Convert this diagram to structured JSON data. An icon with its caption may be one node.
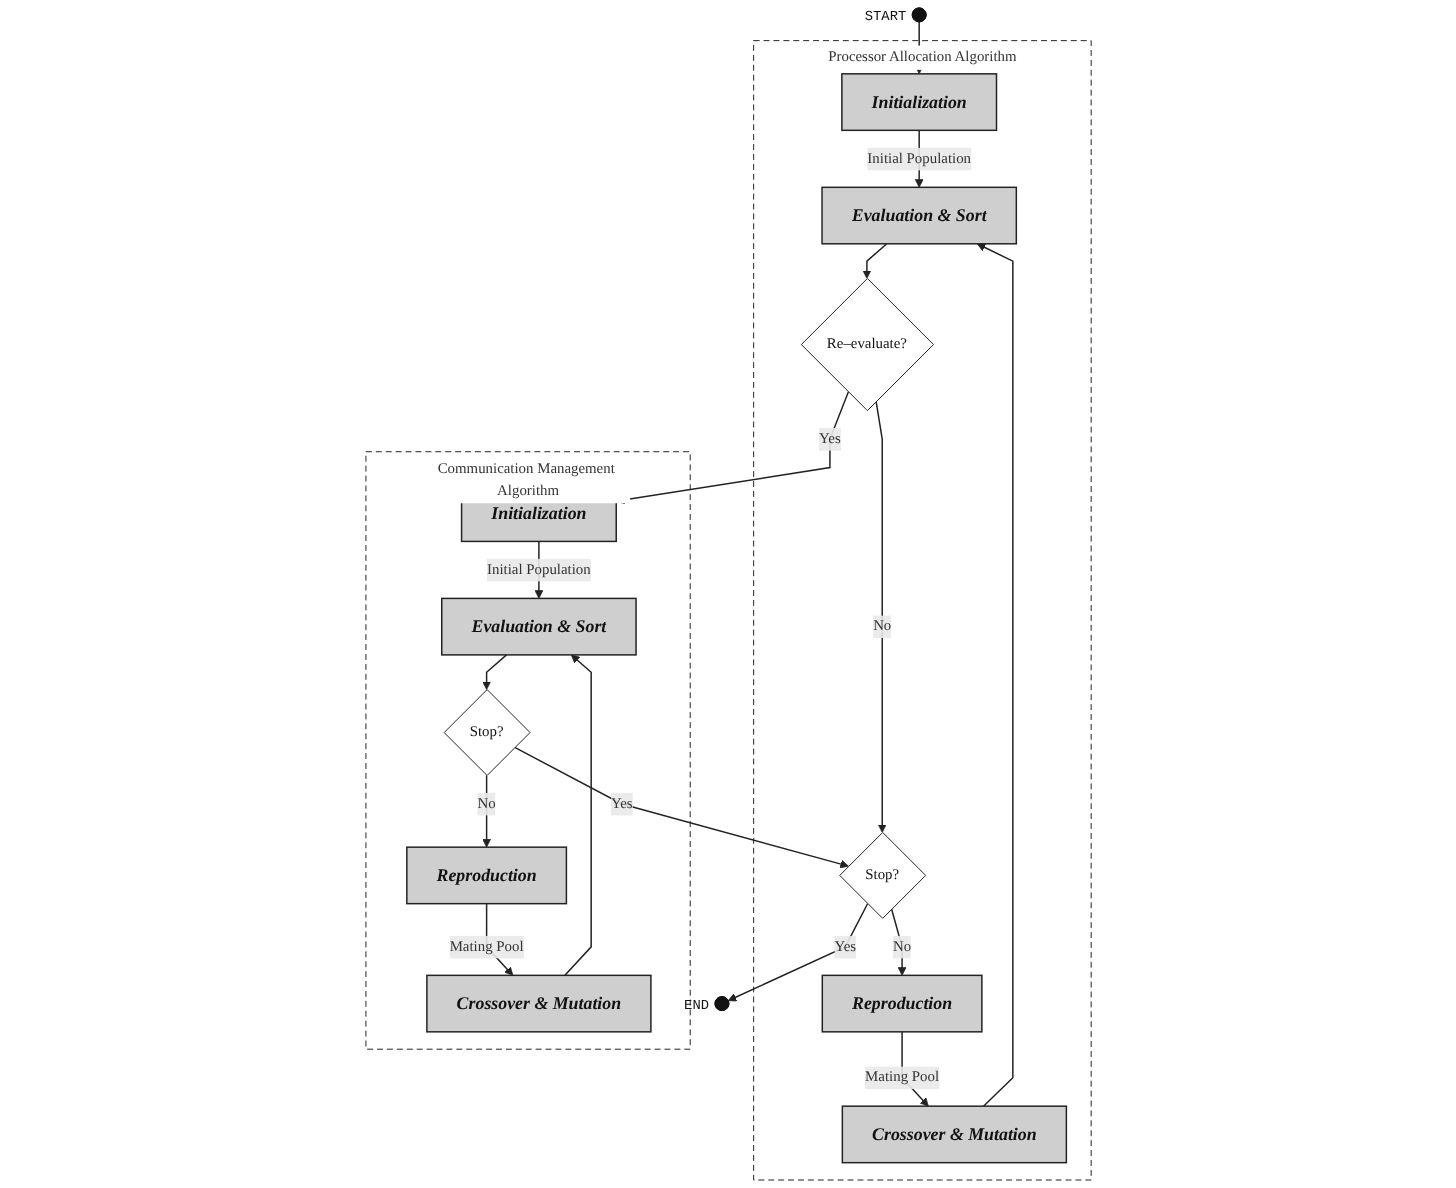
{
  "diagram": {
    "nodes": [
      {
        "text": [],
        "shape": "circle",
        "beside": [
          "START"
        ]
      },
      {
        "text": [
          "Processor Allocation Algorithm"
        ]
      },
      {
        "text": [
          "Initialization"
        ],
        "in": 1
      },
      {
        "text": [
          "Evaluation & Sort"
        ],
        "in": 1
      },
      {
        "text": [
          "Re–evaluate?"
        ],
        "in": 1
      },
      {
        "text": [
          "Stop?"
        ],
        "in": 1
      },
      {
        "text": [
          "Reproduction"
        ],
        "in": 1
      },
      {
        "text": [
          "Crossover & Mutation"
        ],
        "in": 1
      },
      {
        "text": [
          "Communication Management Algorithm"
        ]
      },
      {
        "text": [
          "Initialization"
        ],
        "in": 8
      },
      {
        "text": [
          "Evaluation & Sort"
        ],
        "in": 8
      },
      {
        "text": [
          "Stop?"
        ],
        "in": 8
      },
      {
        "text": [
          "Reproduction"
        ],
        "in": 8
      },
      {
        "text": [
          "Crossover & Mutation"
        ],
        "in": 8
      },
      {
        "text": [],
        "shape": "circle",
        "beside": [
          "END"
        ]
      }
    ],
    "edges": [
      {
        "from": 0,
        "to": 2,
        "arrow": "to"
      },
      {
        "from": 2,
        "to": 3,
        "arrow": "to",
        "label": "Initial Population"
      },
      {
        "from": 3,
        "to": 4,
        "arrow": "to"
      },
      {
        "from": 4,
        "to": 9,
        "arrow": "to",
        "label": "Yes"
      },
      {
        "from": 4,
        "to": 5,
        "arrow": "to",
        "label": "No"
      },
      {
        "from": 5,
        "to": 14,
        "arrow": "to",
        "label": "Yes"
      },
      {
        "from": 5,
        "to": 6,
        "arrow": "to",
        "label": "No"
      },
      {
        "from": 6,
        "to": 7,
        "arrow": "to",
        "label": "Mating Pool"
      },
      {
        "from": 7,
        "to": 3,
        "arrow": "to"
      },
      {
        "from": 9,
        "to": 10,
        "arrow": "to",
        "label": "Initial Population"
      },
      {
        "from": 10,
        "to": 11,
        "arrow": "to"
      },
      {
        "from": 11,
        "to": 5,
        "arrow": "to",
        "label": "Yes"
      },
      {
        "from": 11,
        "to": 12,
        "arrow": "to",
        "label": "No"
      },
      {
        "from": 12,
        "to": 13,
        "arrow": "to",
        "label": "Mating Pool"
      },
      {
        "from": 13,
        "to": 10,
        "arrow": "to"
      }
    ]
  }
}
